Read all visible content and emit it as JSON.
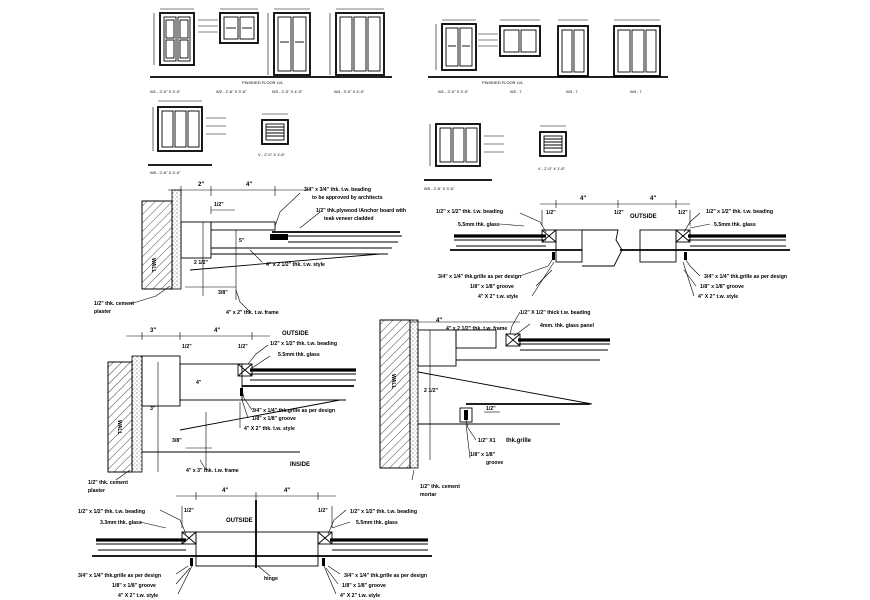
{
  "drawing": {
    "top_left_group": {
      "elevation_captions": [
        "W1 - 2'-0\" X 3'-0\"",
        "W2 - 2'-6\" X 3'-6\"",
        "W3 - 2'-0\" X 4'-0\"",
        "W4 - 3'-0\" X 4'-0\""
      ],
      "lower_captions": [
        "W5 - 2'-6\" X 3'-0\"",
        "V - 2'-0\" X 1'-6\""
      ],
      "floor_caption": "FINISHED FLOOR LVL"
    },
    "top_right_group": {
      "elevation_captions": [
        "W1 - 2'-0\" X 3'-0\"",
        "W2 : 7",
        "W3 : 7",
        "W4 : 7"
      ],
      "lower_captions": [
        "W5 - 2'-6\" X 3'-6\"",
        "V - 2'-0\" X 1'-6\""
      ],
      "floor_caption": "FINISHED FLOOR LVL"
    },
    "detail_a": {
      "labels": [
        "3/4\" x 3/4\" thk. t.w. beading",
        "to be approved by architects",
        "1/2\" thk.plywood /Anchor board with",
        "teak veneer cladded",
        "4\" x 2 1/2\" thk. t.w. style",
        "WALL",
        "1/2\" thk. cement",
        "plaster",
        "4\" x 2\" thk. t.w. frame"
      ],
      "dims": [
        "2\"",
        "4\"",
        "1/2\"",
        "2 1/2\"",
        "3/8\"",
        "5\""
      ]
    },
    "detail_b": {
      "labels": [
        "1/2\" x 1/2\" thk. t.w. beading",
        "5.5mm thk. glass",
        "OUTSIDE",
        "1/2\" x 1/2\" thk. t.w. beading",
        "5.5mm thk. glass",
        "3/4\" x 1/4\" thk.grille as per design",
        "1/8\" x 1/8\" groove",
        "4\" X 2\" t.w. style",
        "3/4\" x 1/4\" thk.grille as per design",
        "1/8\" x 1/8\" groove",
        "4\" X 2\" t.w. style"
      ],
      "dims": [
        "4\"",
        "4\"",
        "1/2\"",
        "1/2\"",
        "1/2\""
      ]
    },
    "detail_c": {
      "labels": [
        "OUTSIDE",
        "1/2\" x 1/2\" thk. t.w. beading",
        "5.5mm thk. glass",
        "WALL",
        "3/4\" x 1/4\" thk.grille as per design",
        "1/8\" x 1/8\" groove",
        "4\" X 2\" thk. t.w. style",
        "1/2\" thk. cement",
        "plaster",
        "4\" x 3\" thk. t.w. frame",
        "INSIDE"
      ],
      "dims": [
        "3\"",
        "4\"",
        "1/2\"",
        "1/2\"",
        "3\"",
        "3/8\"",
        "4\""
      ]
    },
    "detail_d": {
      "labels": [
        "4\" x 2 1/2\" thk. t.w. frame",
        "1/2\" X 1/2\" thick t.w. beading",
        "4mm. thk. glass panel",
        "WALL",
        "1/2\" X1",
        "thk.grille",
        "1/8\" x 1/8\"",
        "groove",
        "1/2\" thk. cement",
        "mortar"
      ],
      "dims": [
        "4\"",
        "2 1/2\"",
        "1/2\""
      ]
    },
    "detail_e": {
      "labels": [
        "1/2\" x 1/2\" thk. t.w. beading",
        "3.3mm thk. glass",
        "OUTSIDE",
        "1/2\" x 1/2\" thk. t.w. beading",
        "5.5mm thk. glass",
        "3/4\" x 1/4\" thk.grille as per design",
        "1/8\" x 1/8\" groove",
        "4\" X 2\" t.w. style",
        "hinge",
        "3/4\" x 1/4\" thk.grille as per design",
        "1/8\" x 1/8\" groove",
        "4\" X 2\" t.w. style"
      ],
      "dims": [
        "4\"",
        "4\"",
        "1/2\"",
        "1/2\""
      ]
    }
  }
}
